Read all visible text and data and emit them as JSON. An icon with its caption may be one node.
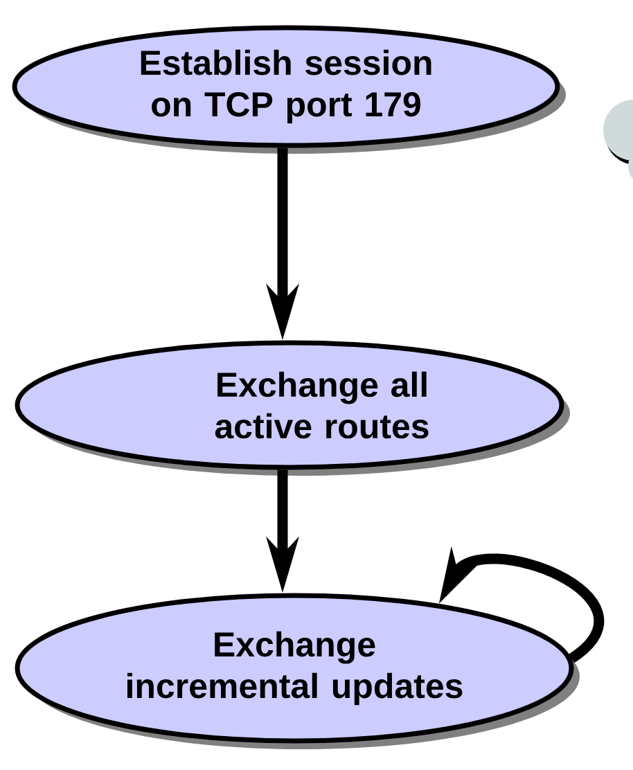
{
  "diagram": {
    "nodes": [
      {
        "text": [
          "Establish session on TCP port 179"
        ]
      },
      {
        "text": [
          "Exchange all active routes"
        ]
      },
      {
        "text": [
          "Exchange incremental updates"
        ]
      }
    ],
    "edges": [
      {
        "from": 0,
        "to": 1,
        "arrow": "to"
      },
      {
        "from": 1,
        "to": 2,
        "arrow": "to"
      },
      {
        "from": 2,
        "to": 2,
        "arrow": "to"
      }
    ]
  }
}
